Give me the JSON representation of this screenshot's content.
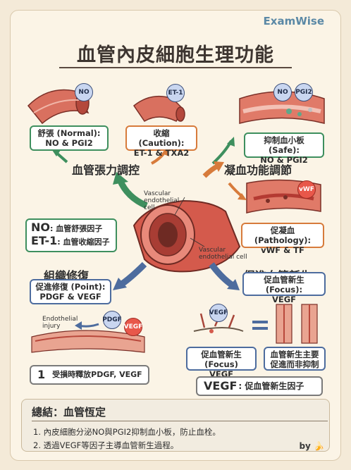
{
  "brand": "ExamWise",
  "title": "血管內皮細胞生理功能",
  "sections": {
    "tone": "血管張力調控",
    "coag": "凝血功能調節",
    "repair": "組織修復",
    "angio": "促進血管新生"
  },
  "boxes": {
    "dilate": [
      "舒張 (Normal):",
      "NO & PGI2"
    ],
    "constrict": [
      "收縮 (Caution):",
      "ET-1 & TXA2"
    ],
    "antiplatelet": [
      "抑制血小板 (Safe):",
      "NO & PGI2"
    ],
    "procoag": [
      "促凝血 (Pathology):",
      "vWF & TF"
    ],
    "repair": [
      "促進修復 (Point):",
      "PDGF & VEGF"
    ],
    "angio_focus": [
      "促血管新生 (Focus):",
      "VEGF"
    ],
    "angio_focus2": [
      "促血管新生 (Focus)",
      "VEGF"
    ],
    "angio_main": [
      "血管新生主要",
      "促進而非抑制"
    ]
  },
  "legend": {
    "no_key": "NO",
    "no_text": ": 血管舒張因子",
    "et_key": "ET-1",
    "et_text": ": 血管收縮因子"
  },
  "circles": {
    "no": "NO",
    "et1": "ET-1",
    "no2": "NO",
    "pgi2": "PGI2",
    "vwf": "vWF",
    "pdgf": "PDGF",
    "vegf": "VEGF",
    "vegf2": "VEGF"
  },
  "labels": {
    "vessel_cell1": [
      "Vascular",
      "endothelial",
      "cell"
    ],
    "vessel_cell2": [
      "Vascular",
      "endothelial cell"
    ],
    "injury": [
      "Endothelial",
      "injury"
    ]
  },
  "step": {
    "num": "1",
    "text": "受損時釋放PDGF, VEGF"
  },
  "vegf_key": {
    "key": "VEGF",
    "text": ": 促血管新生因子"
  },
  "summary": {
    "title": "總結：血管恆定",
    "line1": "1. 內皮細胞分泌NO與PGI2抑制血小板，防止血栓。",
    "line2": "2. 透過VEGF等因子主導血管新生過程。"
  },
  "byline": "by 🍌",
  "colors": {
    "green": "#3e8f5e",
    "orange": "#d77b3b",
    "blue": "#4d6c9e",
    "vessel": "#d45a4c"
  }
}
